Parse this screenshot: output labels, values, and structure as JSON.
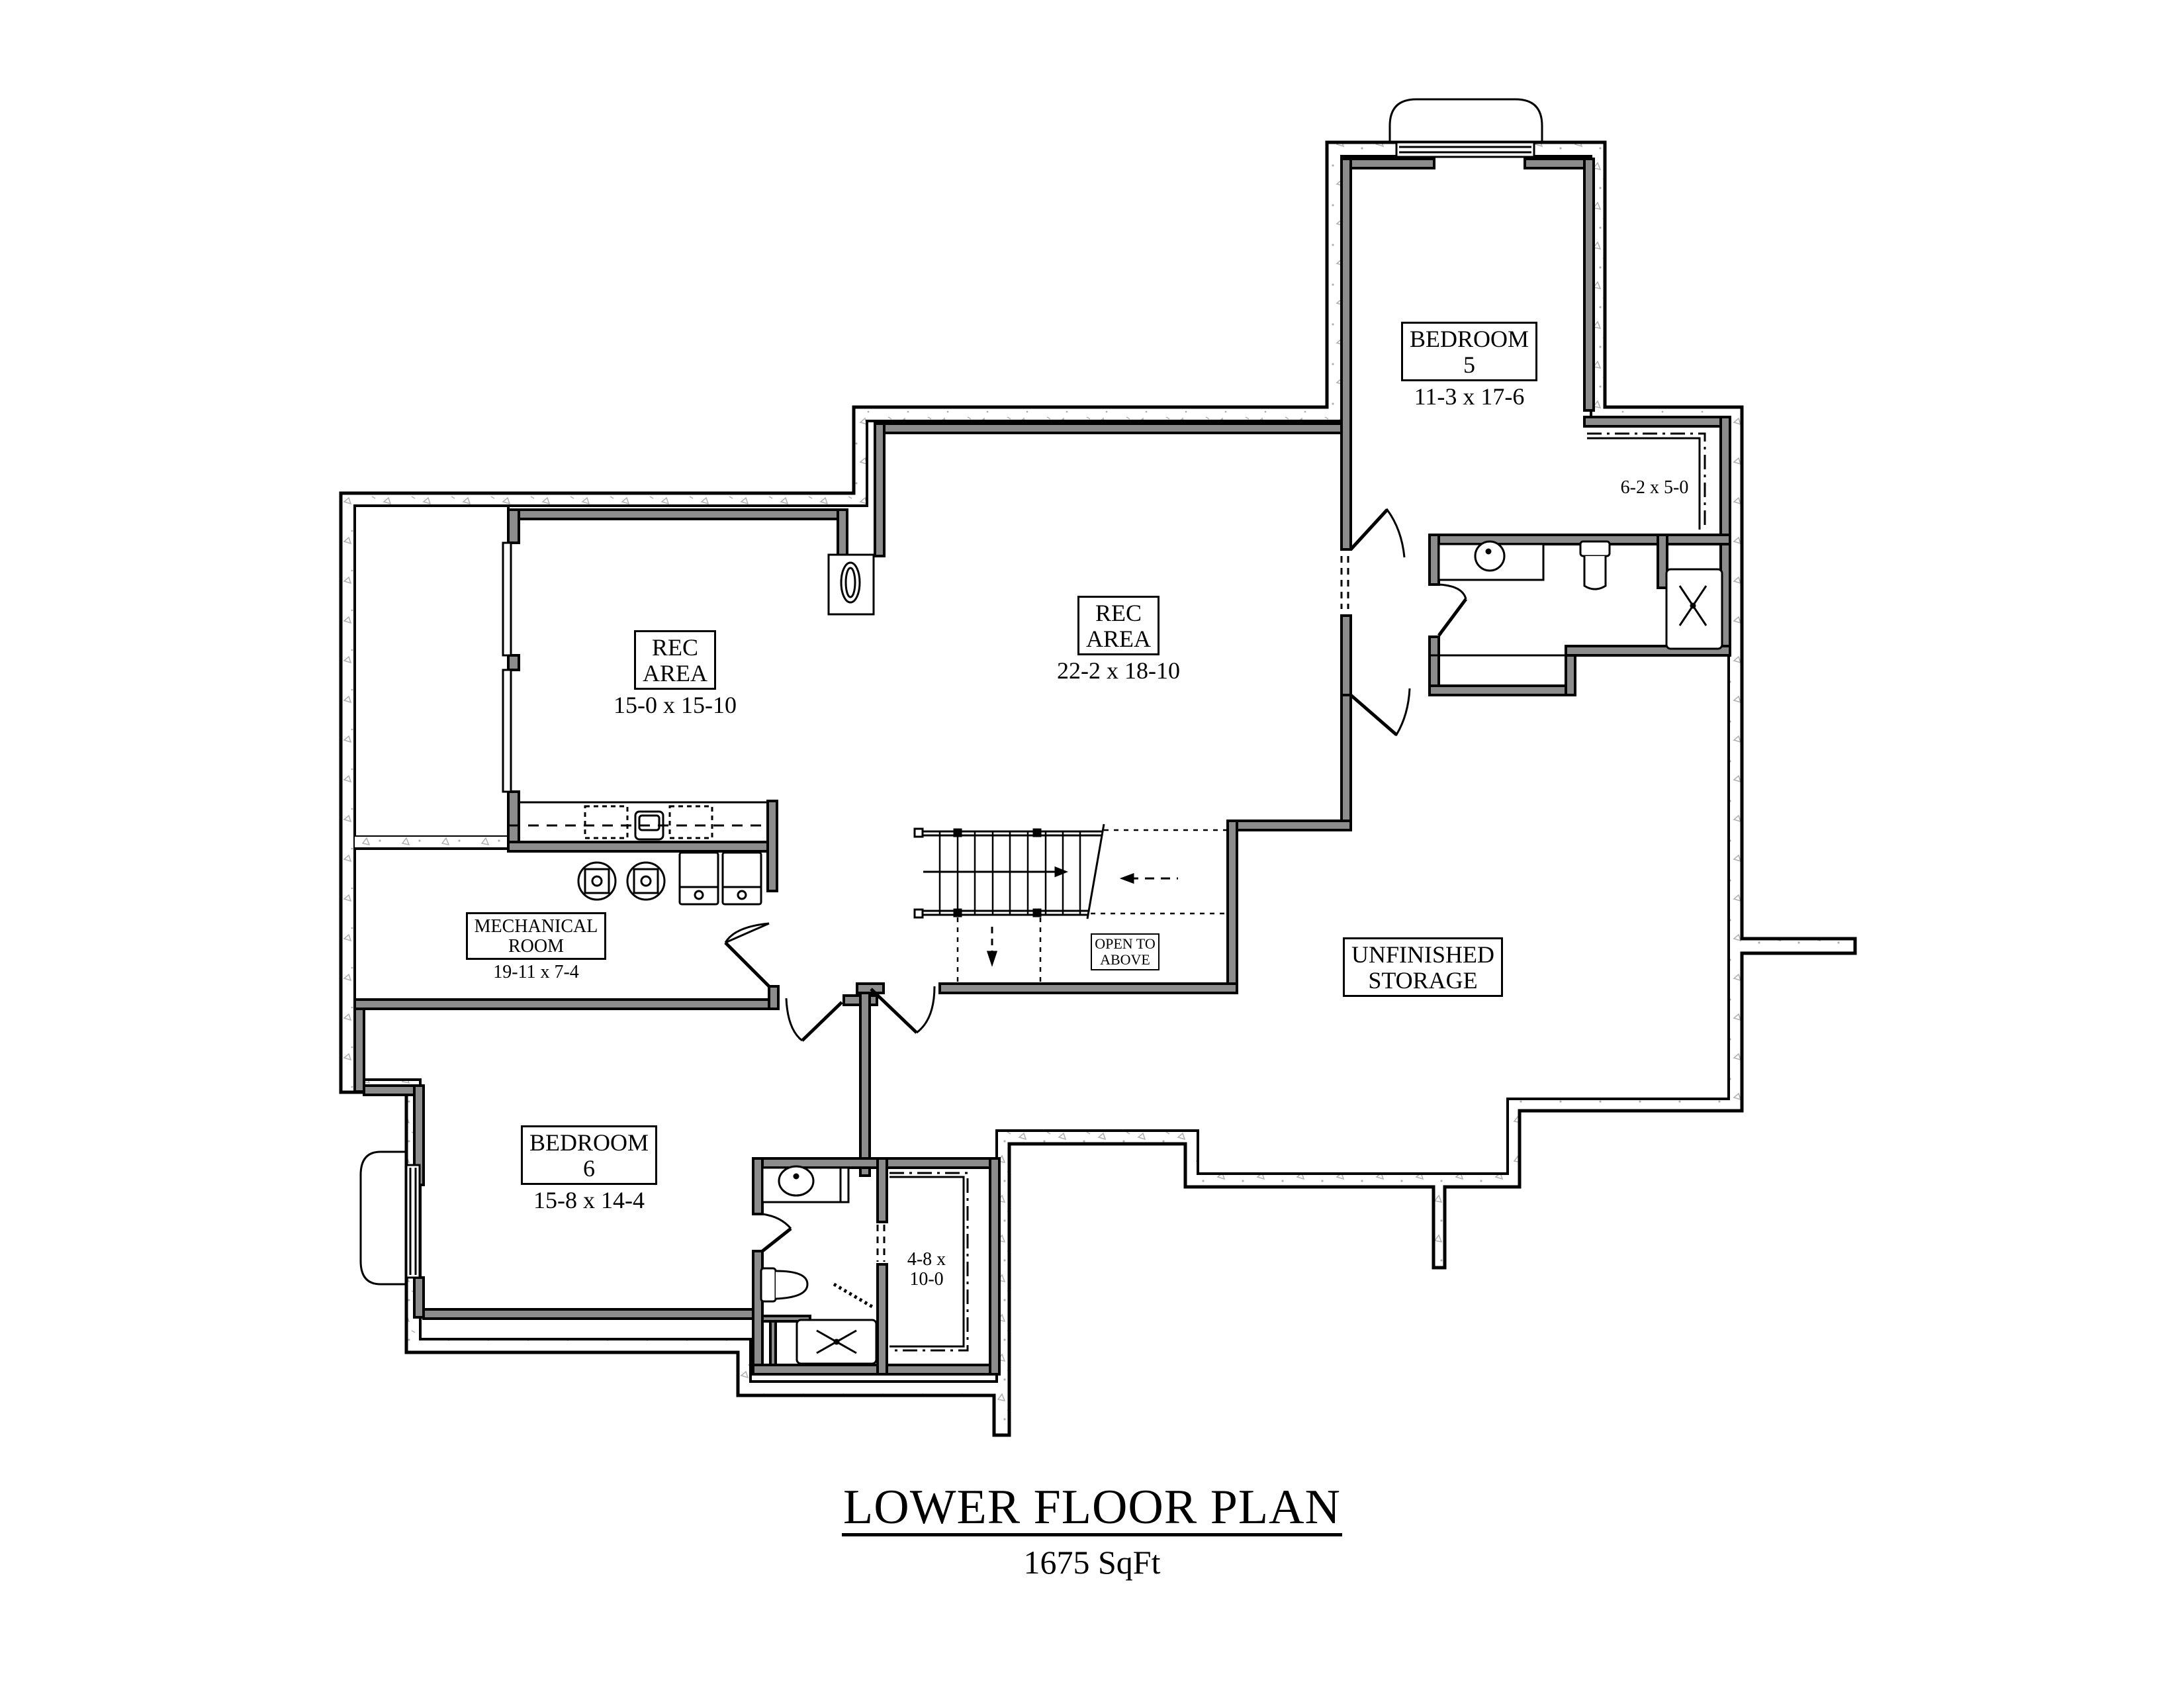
{
  "plan": {
    "title": "LOWER FLOOR PLAN",
    "area": "1675 SqFt"
  },
  "rooms": {
    "bedroom5": {
      "name": "BEDROOM",
      "number": "5",
      "dims": "11-3 x 17-6"
    },
    "closet5": {
      "dims": "6-2 x 5-0"
    },
    "rec_left": {
      "name_line1": "REC",
      "name_line2": "AREA",
      "dims": "15-0 x 15-10"
    },
    "rec_center": {
      "name_line1": "REC",
      "name_line2": "AREA",
      "dims": "22-2 x 18-10"
    },
    "mechanical": {
      "name_line1": "MECHANICAL",
      "name_line2": "ROOM",
      "dims": "19-11 x 7-4"
    },
    "unfinished": {
      "name_line1": "UNFINISHED",
      "name_line2": "STORAGE"
    },
    "open_above": {
      "line1": "OPEN TO",
      "line2": "ABOVE"
    },
    "bedroom6": {
      "name": "BEDROOM",
      "number": "6",
      "dims": "15-8 x 14-4"
    },
    "closet6": {
      "line1": "4-8 x",
      "line2": "10-0"
    }
  },
  "colors": {
    "wall_fill": "#8c8c8c",
    "line": "#000000",
    "foundation_hatch": "#b5b5b5",
    "background": "#ffffff"
  }
}
